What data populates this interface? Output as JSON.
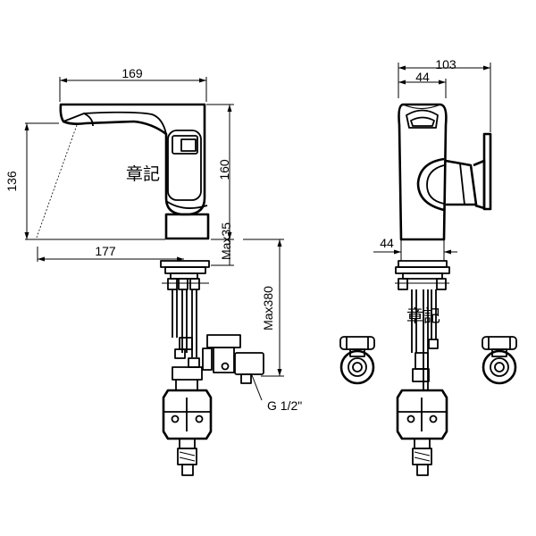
{
  "dimensions": {
    "spout_length": "169",
    "side_width": "103",
    "side_top_offset": "44",
    "spout_height": "136",
    "body_height": "160",
    "spout_reach": "177",
    "deck_thickness": "Max35",
    "hose_length": "Max380",
    "side_body_diameter": "44",
    "connection_thread": "G 1/2\""
  },
  "watermark": {
    "text": "章記"
  },
  "colors": {
    "line": "#000000",
    "background": "#ffffff"
  }
}
